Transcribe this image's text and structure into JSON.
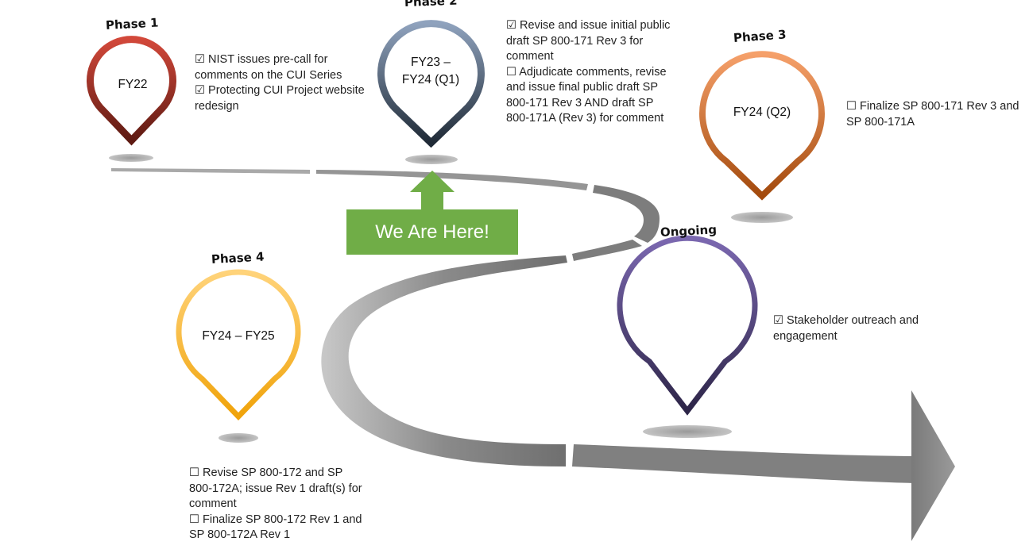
{
  "phases": [
    {
      "heading": "Phase 1",
      "period": "FY22",
      "color": "#b02d20",
      "tasks": [
        "☑ NIST issues pre-call for comments on the CUI Series",
        "☑ Protecting CUI Project website redesign"
      ]
    },
    {
      "heading": "Phase 2",
      "period_line1": "FY23 –",
      "period_line2": "FY24 (Q1)",
      "color": "#44546a",
      "tasks": [
        "☑ Revise and issue initial public draft SP 800-171 Rev 3 for comment",
        "☐ Adjudicate comments, revise and issue final public draft SP 800-171 Rev 3 AND draft SP 800-171A (Rev 3) for comment"
      ]
    },
    {
      "heading": "Phase 3",
      "period": "FY24 (Q2)",
      "color": "#c55a11",
      "tasks": [
        "☐ Finalize SP 800-171 Rev 3 and SP 800-171A"
      ]
    },
    {
      "heading": "Phase 4",
      "period": "FY24 – FY25",
      "color": "#f0a30a",
      "tasks": [
        "☐ Revise SP 800-172 and SP 800-172A; issue Rev 1 draft(s) for comment",
        "☐ Finalize SP 800-172 Rev 1 and SP 800-172A Rev 1"
      ]
    },
    {
      "heading": "Ongoing",
      "color": "#5b4b8a",
      "tasks": [
        "☑ Stakeholder outreach and engagement"
      ]
    }
  ],
  "marker": {
    "label": "We Are Here!",
    "color": "#70ad47"
  }
}
